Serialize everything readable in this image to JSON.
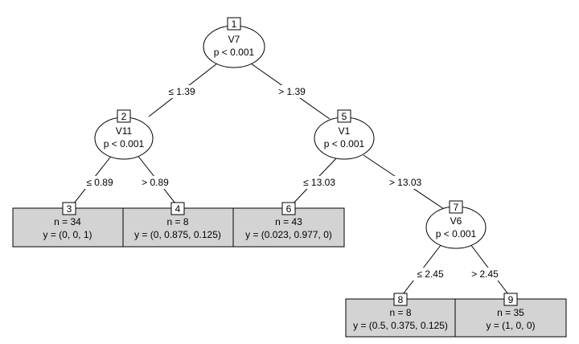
{
  "inner_nodes": [
    {
      "id": "1",
      "variable": "V7",
      "p": "p < 0.001"
    },
    {
      "id": "2",
      "variable": "V11",
      "p": "p < 0.001"
    },
    {
      "id": "5",
      "variable": "V1",
      "p": "p < 0.001"
    },
    {
      "id": "7",
      "variable": "V6",
      "p": "p < 0.001"
    }
  ],
  "leaves": [
    {
      "id": "3",
      "n": "n = 34",
      "y": "y = (0, 0, 1)"
    },
    {
      "id": "4",
      "n": "n = 8",
      "y": "y = (0, 0.875, 0.125)"
    },
    {
      "id": "6",
      "n": "n = 43",
      "y": "y = (0.023, 0.977, 0)"
    },
    {
      "id": "8",
      "n": "n = 8",
      "y": "y = (0.5, 0.375, 0.125)"
    },
    {
      "id": "9",
      "n": "n = 35",
      "y": "y = (1, 0, 0)"
    }
  ],
  "edges": [
    {
      "from": "1",
      "to": "2",
      "label": "≤ 1.39"
    },
    {
      "from": "1",
      "to": "5",
      "label": "> 1.39"
    },
    {
      "from": "2",
      "to": "3",
      "label": "≤ 0.89"
    },
    {
      "from": "2",
      "to": "4",
      "label": "> 0.89"
    },
    {
      "from": "5",
      "to": "6",
      "label": "≤ 13.03"
    },
    {
      "from": "5",
      "to": "7",
      "label": "> 13.03"
    },
    {
      "from": "7",
      "to": "8",
      "label": "≤ 2.45"
    },
    {
      "from": "7",
      "to": "9",
      "label": "> 2.45"
    }
  ]
}
